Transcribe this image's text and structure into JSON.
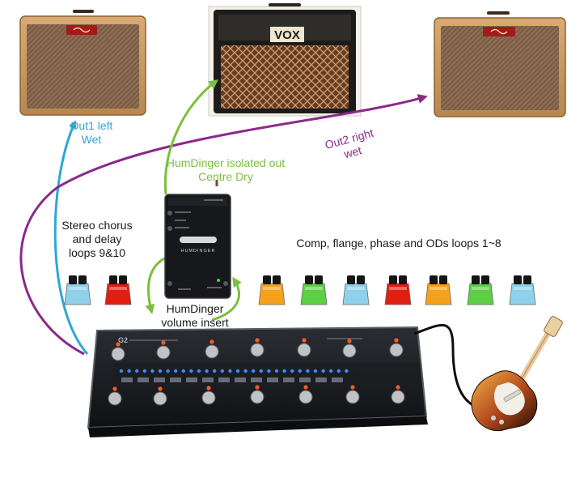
{
  "colors": {
    "output1": "#2fa6d6",
    "output2": "#8a2a8a",
    "humdinger": "#7cbf3f",
    "text": "#1a1a1a"
  },
  "amps": [
    {
      "name": "left-amp",
      "brand": ""
    },
    {
      "name": "vox-amp",
      "brand": "VOX"
    },
    {
      "name": "right-amp",
      "brand": ""
    }
  ],
  "labels": {
    "out1": [
      "Out1 left",
      "Wet"
    ],
    "out2": [
      "Out2 right",
      "wet"
    ],
    "humdinger_out": [
      "HumDinger isolated out",
      "Centre Dry"
    ],
    "stereo": [
      "Stereo chorus",
      "and delay",
      "loops 9&10"
    ],
    "comp": [
      "Comp, flange, phase and ODs loops 1~8"
    ],
    "volume": [
      "HumDinger",
      "volume insert"
    ]
  },
  "pedals": [
    {
      "name": "pedal-blue-1",
      "color": "#8fd0ea"
    },
    {
      "name": "pedal-red-1",
      "color": "#e01e12"
    },
    {
      "name": "pedal-orange-1",
      "color": "#f5a21a"
    },
    {
      "name": "pedal-green-1",
      "color": "#5ccf44"
    },
    {
      "name": "pedal-blue-2",
      "color": "#8fd0ea"
    },
    {
      "name": "pedal-red-2",
      "color": "#e01e12"
    },
    {
      "name": "pedal-orange-2",
      "color": "#f5a21a"
    },
    {
      "name": "pedal-green-2",
      "color": "#5ccf44"
    },
    {
      "name": "pedal-blue-3",
      "color": "#8fd0ea"
    }
  ],
  "humdinger_unit": {
    "logo": "HUMDINGER"
  },
  "switcher": {
    "model": "G2"
  }
}
